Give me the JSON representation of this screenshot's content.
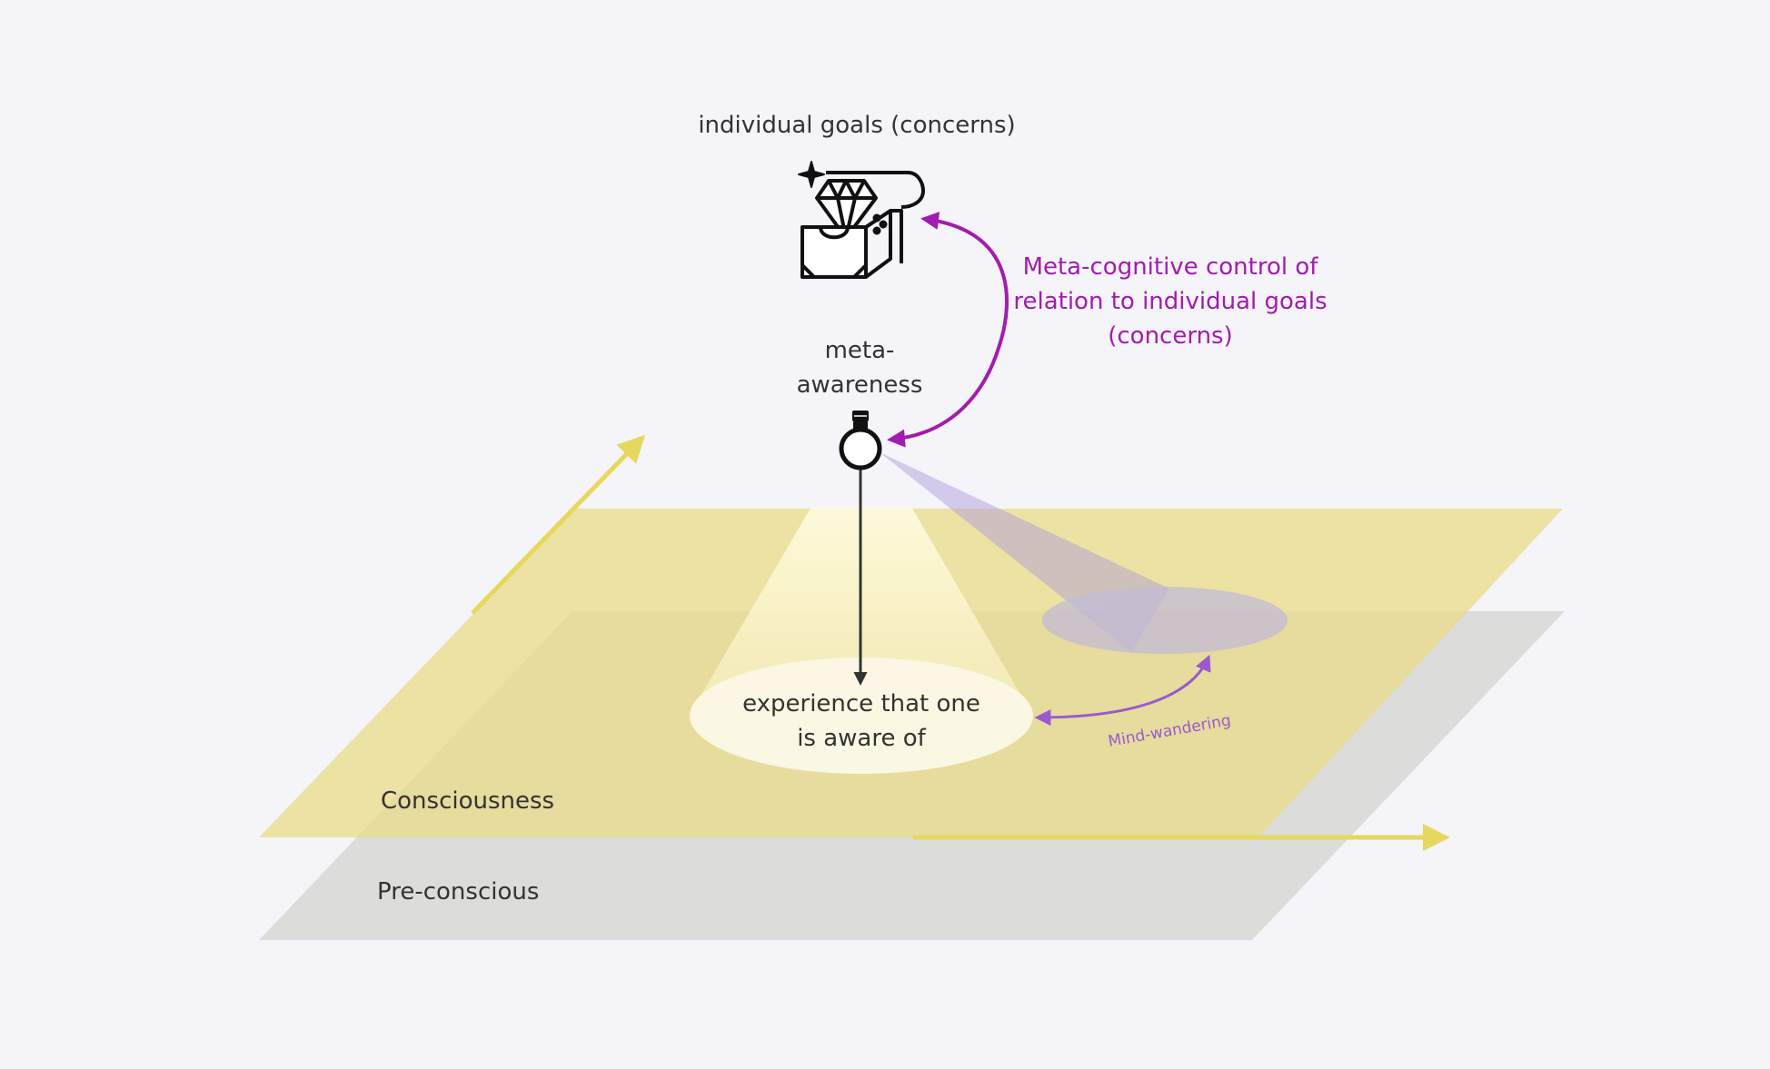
{
  "labels": {
    "goals": "individual goals (concerns)",
    "meta_awareness_line1": "meta-",
    "meta_awareness_line2": "awareness",
    "metacog_line1": "Meta-cognitive control of",
    "metacog_line2": "relation to individual goals",
    "metacog_line3": "(concerns)",
    "experience_line1": "experience that one",
    "experience_line2": "is aware of",
    "mind_wandering": "Mind-wandering",
    "consciousness": "Consciousness",
    "preconscious": "Pre-conscious"
  },
  "colors": {
    "background": "#f5f4f8",
    "consciousness_plane": "#e8dc8c",
    "preconscious_plane": "#d9d9d6",
    "axis_arrow": "#e6d85c",
    "metacog_purple": "#a21caf",
    "mind_wandering_purple": "#9b59d0",
    "text_dark": "#333333",
    "icon_black": "#111111"
  },
  "icons": {
    "goals": "treasure-chest-diamond-icon",
    "meta_awareness": "lightbulb-icon"
  }
}
